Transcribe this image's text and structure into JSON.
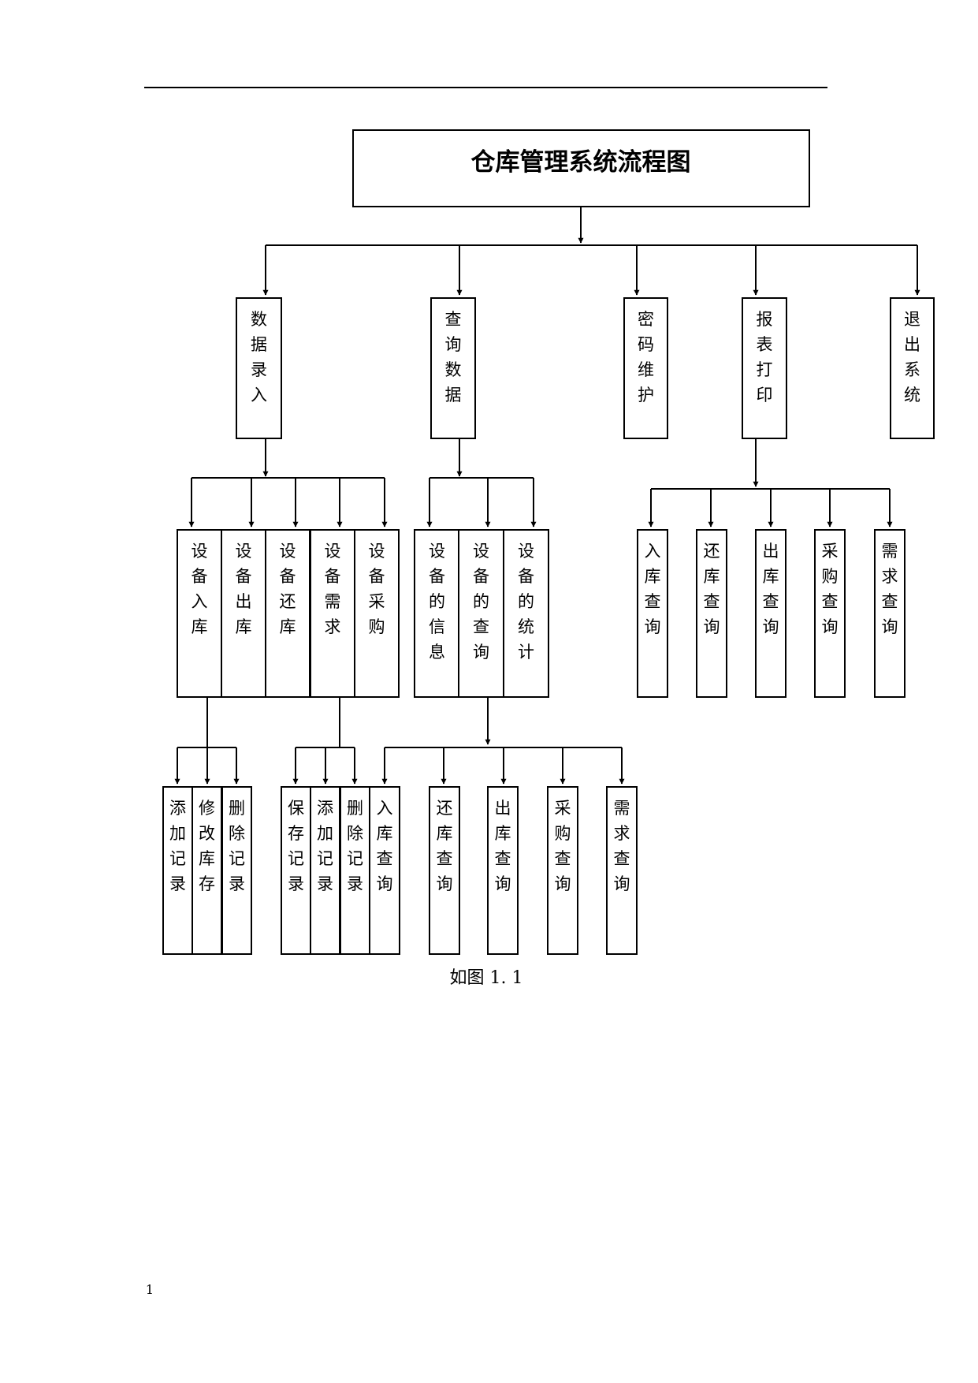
{
  "title": "仓库管理系统流程图",
  "caption": "如图  1. 1",
  "page_number": "1",
  "level1": [
    "数据录入",
    "查询数据",
    "密码维护",
    "报表打印",
    "退出系统"
  ],
  "data_entry_items": [
    "设备入库",
    "设备出库",
    "设备还库",
    "设备需求",
    "设备采购"
  ],
  "query_items": [
    "设备的信息",
    "设备的查询",
    "设备的统计"
  ],
  "report_items": [
    "入库查询",
    "还库查询",
    "出库查询",
    "采购查询",
    "需求查询"
  ],
  "entry_sub_a": [
    "添加记录",
    "修改库存",
    "删除记录"
  ],
  "entry_sub_b": [
    "保存记录",
    "添加记录",
    "删除记录"
  ],
  "query_sub": [
    "入库查询",
    "还库查询",
    "出库查询",
    "采购查询",
    "需求查询"
  ]
}
